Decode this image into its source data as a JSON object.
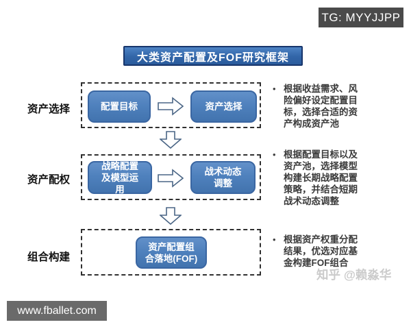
{
  "header": {
    "tg_badge": "TG: MYYJJPP",
    "title": "大类资产配置及FOF研究框架"
  },
  "footer": {
    "site_badge": "www.fballet.com",
    "watermark": "知乎 @赖淼华"
  },
  "bullet_marker": "•",
  "colors": {
    "node_blue": "#4f81bd",
    "node_border": "#3a66a2",
    "title_blue": "#3265a8",
    "title_border": "#17356b",
    "badge_gray": "#4a4a4a",
    "dashed_border": "#2f2f2f",
    "arrow_outline": "#4a6585"
  },
  "rows": [
    {
      "label": "资产选择",
      "boxes": [
        "配置目标",
        "资产选择"
      ],
      "bullet": "根据收益需求、风险偏好设定配置目标，选择合适的资产构成资产池"
    },
    {
      "label": "资产配权",
      "boxes": [
        "战略配置及模型运用",
        "战术动态调整"
      ],
      "bullet": "根据配置目标以及资产池，选择模型构建长期战略配置策略，并结合短期战术动态调整"
    },
    {
      "label": "组合构建",
      "boxes": [
        "资产配置组合落地(FOF)"
      ],
      "bullet": "根据资产权重分配结果，优选对应基金构建FOF组合"
    }
  ]
}
